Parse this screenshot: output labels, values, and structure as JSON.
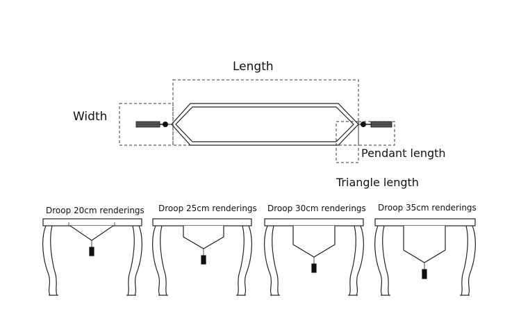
{
  "labels": {
    "length": "Length",
    "width": "Width",
    "pendant_length": "Pendant length",
    "triangle_length": "Triangle length"
  },
  "renderings": [
    {
      "caption": "Droop 20cm renderings",
      "droop_cm": 20
    },
    {
      "caption": "Droop 25cm renderings",
      "droop_cm": 25
    },
    {
      "caption": "Droop 30cm renderings",
      "droop_cm": 30
    },
    {
      "caption": "Droop 35cm renderings",
      "droop_cm": 35
    }
  ],
  "colors": {
    "line": "#222222",
    "dash": "#333333",
    "tassel": "#111111"
  }
}
